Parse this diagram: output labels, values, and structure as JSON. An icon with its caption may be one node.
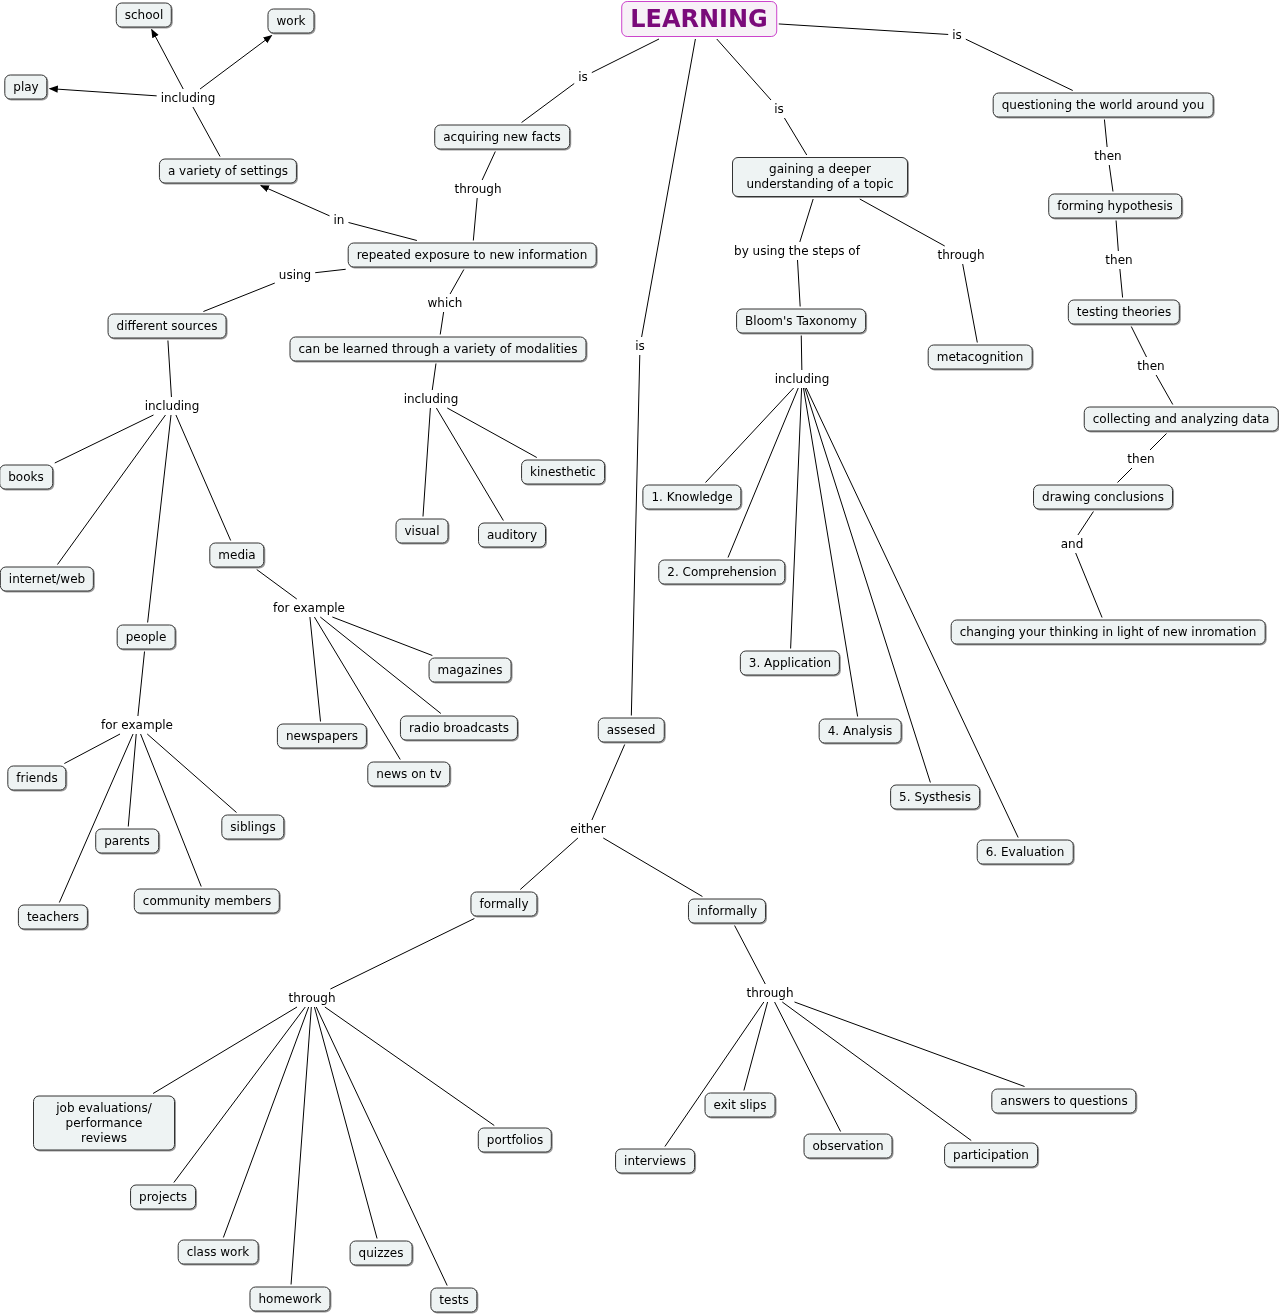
{
  "diagram": {
    "nodes": [
      {
        "text": [
          "LEARNING"
        ]
      },
      {
        "text": [
          "is"
        ]
      },
      {
        "text": [
          "acquiring new facts"
        ]
      },
      {
        "text": [
          "through"
        ]
      },
      {
        "text": [
          "repeated exposure to new information"
        ]
      },
      {
        "text": [
          "in"
        ]
      },
      {
        "text": [
          "a variety of settings"
        ]
      },
      {
        "text": [
          "including"
        ]
      },
      {
        "text": [
          "school"
        ]
      },
      {
        "text": [
          "work"
        ]
      },
      {
        "text": [
          "play"
        ]
      },
      {
        "text": [
          "using"
        ]
      },
      {
        "text": [
          "different sources"
        ]
      },
      {
        "text": [
          "including"
        ]
      },
      {
        "text": [
          "books"
        ]
      },
      {
        "text": [
          "internet/web"
        ]
      },
      {
        "text": [
          "people"
        ]
      },
      {
        "text": [
          "media"
        ]
      },
      {
        "text": [
          "for example"
        ]
      },
      {
        "text": [
          "friends"
        ]
      },
      {
        "text": [
          "parents"
        ]
      },
      {
        "text": [
          "siblings"
        ]
      },
      {
        "text": [
          "teachers"
        ]
      },
      {
        "text": [
          "community members"
        ]
      },
      {
        "text": [
          "for example"
        ]
      },
      {
        "text": [
          "magazines"
        ]
      },
      {
        "text": [
          "radio broadcasts"
        ]
      },
      {
        "text": [
          "newspapers"
        ]
      },
      {
        "text": [
          "news on tv"
        ]
      },
      {
        "text": [
          "which"
        ]
      },
      {
        "text": [
          "can be learned through a variety of modalities"
        ]
      },
      {
        "text": [
          "including"
        ]
      },
      {
        "text": [
          "kinesthetic"
        ]
      },
      {
        "text": [
          "visual"
        ]
      },
      {
        "text": [
          "auditory"
        ]
      },
      {
        "text": [
          "is"
        ]
      },
      {
        "text": [
          "gaining a deeper understanding of a topic"
        ]
      },
      {
        "text": [
          "by using the steps of"
        ]
      },
      {
        "text": [
          "through"
        ]
      },
      {
        "text": [
          "Bloom's Taxonomy"
        ]
      },
      {
        "text": [
          "metacognition"
        ]
      },
      {
        "text": [
          "including"
        ]
      },
      {
        "text": [
          "1. Knowledge"
        ]
      },
      {
        "text": [
          "2. Comprehension"
        ]
      },
      {
        "text": [
          "3. Application"
        ]
      },
      {
        "text": [
          "4. Analysis"
        ]
      },
      {
        "text": [
          "5. Systhesis"
        ]
      },
      {
        "text": [
          "6. Evaluation"
        ]
      },
      {
        "text": [
          "is"
        ]
      },
      {
        "text": [
          "questioning the world around you"
        ]
      },
      {
        "text": [
          "then"
        ]
      },
      {
        "text": [
          "forming hypothesis"
        ]
      },
      {
        "text": [
          "then"
        ]
      },
      {
        "text": [
          "testing theories"
        ]
      },
      {
        "text": [
          "then"
        ]
      },
      {
        "text": [
          "collecting and analyzing data"
        ]
      },
      {
        "text": [
          "then"
        ]
      },
      {
        "text": [
          "drawing conclusions"
        ]
      },
      {
        "text": [
          "and"
        ]
      },
      {
        "text": [
          "changing your thinking in light of new inromation"
        ]
      },
      {
        "text": [
          "is"
        ]
      },
      {
        "text": [
          "assesed"
        ]
      },
      {
        "text": [
          "either"
        ]
      },
      {
        "text": [
          "formally"
        ]
      },
      {
        "text": [
          "informally"
        ]
      },
      {
        "text": [
          "through"
        ]
      },
      {
        "text": [
          "job evaluations/ performance reviews"
        ]
      },
      {
        "text": [
          "projects"
        ]
      },
      {
        "text": [
          "class work"
        ]
      },
      {
        "text": [
          "homework"
        ]
      },
      {
        "text": [
          "quizzes"
        ]
      },
      {
        "text": [
          "tests"
        ]
      },
      {
        "text": [
          "portfolios"
        ]
      },
      {
        "text": [
          "through"
        ]
      },
      {
        "text": [
          "interviews"
        ]
      },
      {
        "text": [
          "exit slips"
        ]
      },
      {
        "text": [
          "observation"
        ]
      },
      {
        "text": [
          "participation"
        ]
      },
      {
        "text": [
          "answers to questions"
        ]
      }
    ],
    "edges": [
      {
        "from": 0,
        "to": 1,
        "arrow": "none"
      },
      {
        "from": 1,
        "to": 2,
        "arrow": "none"
      },
      {
        "from": 2,
        "to": 3,
        "arrow": "none"
      },
      {
        "from": 3,
        "to": 4,
        "arrow": "none"
      },
      {
        "from": 4,
        "to": 5,
        "arrow": "none"
      },
      {
        "from": 5,
        "to": 6,
        "arrow": "to"
      },
      {
        "from": 6,
        "to": 7,
        "arrow": "none"
      },
      {
        "from": 7,
        "to": 8,
        "arrow": "to"
      },
      {
        "from": 7,
        "to": 9,
        "arrow": "to"
      },
      {
        "from": 7,
        "to": 10,
        "arrow": "to"
      },
      {
        "from": 4,
        "to": 11,
        "arrow": "none"
      },
      {
        "from": 11,
        "to": 12,
        "arrow": "none"
      },
      {
        "from": 12,
        "to": 13,
        "arrow": "none"
      },
      {
        "from": 13,
        "to": 14,
        "arrow": "none"
      },
      {
        "from": 13,
        "to": 15,
        "arrow": "none"
      },
      {
        "from": 13,
        "to": 16,
        "arrow": "none"
      },
      {
        "from": 13,
        "to": 17,
        "arrow": "none"
      },
      {
        "from": 16,
        "to": 18,
        "arrow": "none"
      },
      {
        "from": 18,
        "to": 19,
        "arrow": "none"
      },
      {
        "from": 18,
        "to": 20,
        "arrow": "none"
      },
      {
        "from": 18,
        "to": 21,
        "arrow": "none"
      },
      {
        "from": 18,
        "to": 22,
        "arrow": "none"
      },
      {
        "from": 18,
        "to": 23,
        "arrow": "none"
      },
      {
        "from": 17,
        "to": 24,
        "arrow": "none"
      },
      {
        "from": 24,
        "to": 25,
        "arrow": "none"
      },
      {
        "from": 24,
        "to": 26,
        "arrow": "none"
      },
      {
        "from": 24,
        "to": 27,
        "arrow": "none"
      },
      {
        "from": 24,
        "to": 28,
        "arrow": "none"
      },
      {
        "from": 4,
        "to": 29,
        "arrow": "none"
      },
      {
        "from": 29,
        "to": 30,
        "arrow": "none"
      },
      {
        "from": 30,
        "to": 31,
        "arrow": "none"
      },
      {
        "from": 31,
        "to": 32,
        "arrow": "none"
      },
      {
        "from": 31,
        "to": 33,
        "arrow": "none"
      },
      {
        "from": 31,
        "to": 34,
        "arrow": "none"
      },
      {
        "from": 0,
        "to": 35,
        "arrow": "none"
      },
      {
        "from": 35,
        "to": 36,
        "arrow": "none"
      },
      {
        "from": 36,
        "to": 37,
        "arrow": "none"
      },
      {
        "from": 37,
        "to": 39,
        "arrow": "none"
      },
      {
        "from": 36,
        "to": 38,
        "arrow": "none"
      },
      {
        "from": 38,
        "to": 40,
        "arrow": "none"
      },
      {
        "from": 39,
        "to": 41,
        "arrow": "none"
      },
      {
        "from": 41,
        "to": 42,
        "arrow": "none"
      },
      {
        "from": 41,
        "to": 43,
        "arrow": "none"
      },
      {
        "from": 41,
        "to": 44,
        "arrow": "none"
      },
      {
        "from": 41,
        "to": 45,
        "arrow": "none"
      },
      {
        "from": 41,
        "to": 46,
        "arrow": "none"
      },
      {
        "from": 41,
        "to": 47,
        "arrow": "none"
      },
      {
        "from": 0,
        "to": 48,
        "arrow": "none"
      },
      {
        "from": 48,
        "to": 49,
        "arrow": "none"
      },
      {
        "from": 49,
        "to": 50,
        "arrow": "none"
      },
      {
        "from": 50,
        "to": 51,
        "arrow": "none"
      },
      {
        "from": 51,
        "to": 52,
        "arrow": "none"
      },
      {
        "from": 52,
        "to": 53,
        "arrow": "none"
      },
      {
        "from": 53,
        "to": 54,
        "arrow": "none"
      },
      {
        "from": 54,
        "to": 55,
        "arrow": "none"
      },
      {
        "from": 55,
        "to": 56,
        "arrow": "none"
      },
      {
        "from": 56,
        "to": 57,
        "arrow": "none"
      },
      {
        "from": 57,
        "to": 58,
        "arrow": "none"
      },
      {
        "from": 58,
        "to": 59,
        "arrow": "none"
      },
      {
        "from": 0,
        "to": 60,
        "arrow": "none"
      },
      {
        "from": 60,
        "to": 61,
        "arrow": "none"
      },
      {
        "from": 61,
        "to": 62,
        "arrow": "none"
      },
      {
        "from": 62,
        "to": 63,
        "arrow": "none"
      },
      {
        "from": 62,
        "to": 64,
        "arrow": "none"
      },
      {
        "from": 63,
        "to": 65,
        "arrow": "none"
      },
      {
        "from": 65,
        "to": 66,
        "arrow": "none"
      },
      {
        "from": 65,
        "to": 67,
        "arrow": "none"
      },
      {
        "from": 65,
        "to": 68,
        "arrow": "none"
      },
      {
        "from": 65,
        "to": 69,
        "arrow": "none"
      },
      {
        "from": 65,
        "to": 70,
        "arrow": "none"
      },
      {
        "from": 65,
        "to": 71,
        "arrow": "none"
      },
      {
        "from": 65,
        "to": 72,
        "arrow": "none"
      },
      {
        "from": 64,
        "to": 73,
        "arrow": "none"
      },
      {
        "from": 73,
        "to": 74,
        "arrow": "none"
      },
      {
        "from": 73,
        "to": 75,
        "arrow": "none"
      },
      {
        "from": 73,
        "to": 76,
        "arrow": "none"
      },
      {
        "from": 73,
        "to": 77,
        "arrow": "none"
      },
      {
        "from": 73,
        "to": 78,
        "arrow": "none"
      }
    ]
  }
}
